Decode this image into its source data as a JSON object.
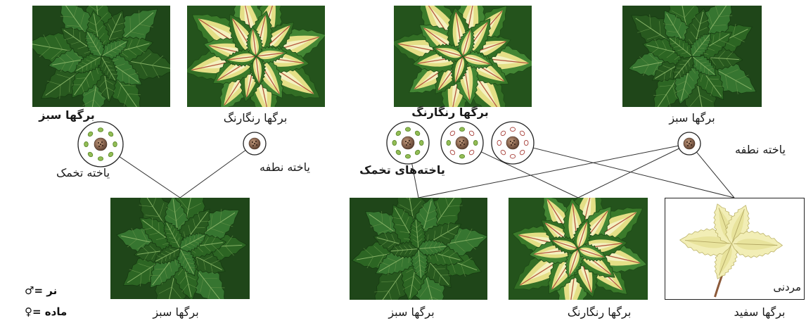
{
  "top_plants": [
    {
      "icon": "green-plant-icon",
      "caption": "برگها سبز"
    },
    {
      "icon": "variegated-plant-icon",
      "caption": "برگها رنگارنگ"
    },
    {
      "icon": "variegated-plant-icon",
      "caption": "برگها رنگارنگ"
    },
    {
      "icon": "green-plant-icon",
      "caption": "برگها سبز"
    }
  ],
  "cell_labels": {
    "egg_left": "یاخته تخمک",
    "sperm_left": "یاخته نطفه",
    "eggs_right": "یاخته‌های تخمک",
    "sperm_right": "یاخته نطفه"
  },
  "cells": [
    {
      "icon": "egg-cell-green-plastids-icon"
    },
    {
      "icon": "sperm-cell-icon"
    },
    {
      "icon": "egg-cell-green-plastids-icon"
    },
    {
      "icon": "egg-cell-mixed-plastids-icon"
    },
    {
      "icon": "egg-cell-white-plastids-icon"
    },
    {
      "icon": "sperm-cell-icon"
    }
  ],
  "offspring": [
    {
      "icon": "green-plant-icon",
      "caption": "برگها سبز"
    },
    {
      "icon": "green-plant-icon",
      "caption": "برگها سبز"
    },
    {
      "icon": "variegated-plant-icon",
      "caption": "برگها رنگارنگ"
    },
    {
      "icon": "white-plant-icon",
      "caption": "برگها سفید",
      "note": "مردنی"
    }
  ],
  "legend": {
    "male": "♂= نر",
    "female": "♀= ماده"
  },
  "colors": {
    "leaf_green": "#2c6523",
    "leaf_yellow": "#e4df86",
    "leaf_white": "#f2eeb6",
    "plastid_green": "#93bd55",
    "plastid_white_outline": "#a8403a",
    "nucleus": "#8a6650",
    "line": "#333333"
  }
}
